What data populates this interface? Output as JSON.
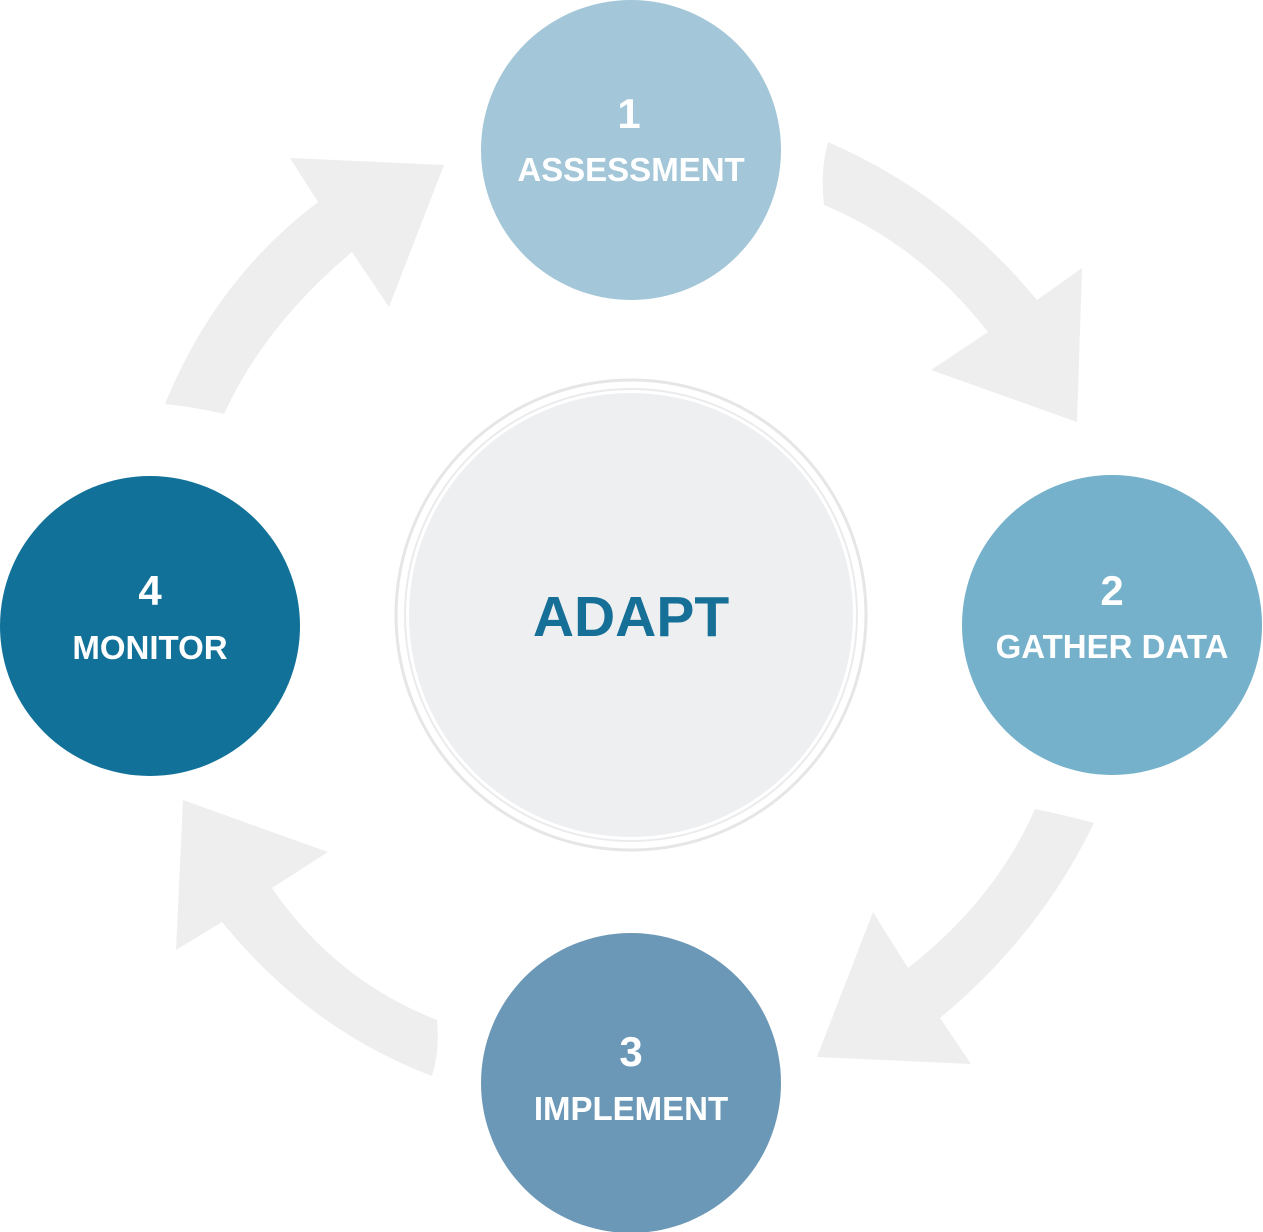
{
  "diagram": {
    "center": {
      "label": "ADAPT",
      "fill": "#eeeff1",
      "ring": "#e8e8ea",
      "text_color": "#166f96"
    },
    "steps": [
      {
        "number": "1",
        "label": "ASSESSMENT",
        "color": "#a3c7d8"
      },
      {
        "number": "2",
        "label": "GATHER DATA",
        "color": "#75b1ca"
      },
      {
        "number": "3",
        "label": "IMPLEMENT",
        "color": "#6c98b7"
      },
      {
        "number": "4",
        "label": "MONITOR",
        "color": "#127199"
      }
    ],
    "arrow_color": "#eeeeee"
  }
}
